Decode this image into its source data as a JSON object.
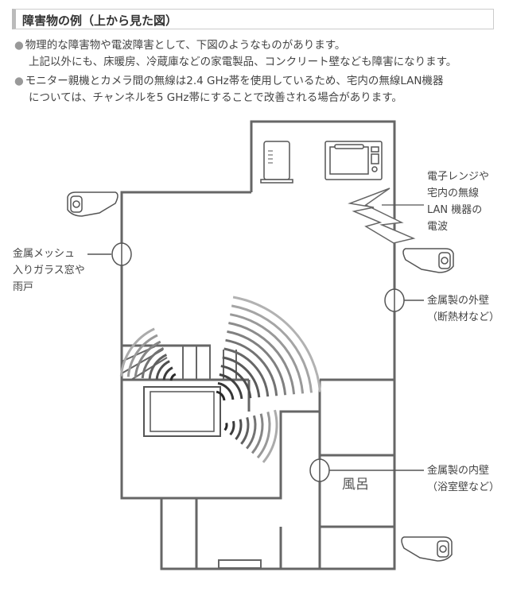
{
  "header": {
    "title": "障害物の例（上から見た図）"
  },
  "bullets": [
    {
      "lines": [
        "物理的な障害物や電波障害として、下図のようなものがあります。",
        "上記以外にも、床暖房、冷蔵庫などの家電製品、コンクリート壁なども障害になります。"
      ]
    },
    {
      "lines": [
        "モニター親機とカメラ間の無線は2.4 GHz帯を使用しているため、宅内の無線LAN機器",
        "については、チャンネルを5 GHz帯にすることで改善される場合があります。"
      ]
    }
  ],
  "diagram": {
    "labels": {
      "microwave": [
        "電子レンジや",
        "宅内の無線",
        "LAN 機器の",
        "電波"
      ],
      "window": [
        "金属メッシュ",
        "入りガラス窓や",
        "雨戸"
      ],
      "outer_wall": [
        "金属製の外壁",
        "（断熱材など）"
      ],
      "inner_wall": [
        "金属製の内壁",
        "（浴室壁など）"
      ],
      "bath": "風呂"
    }
  }
}
